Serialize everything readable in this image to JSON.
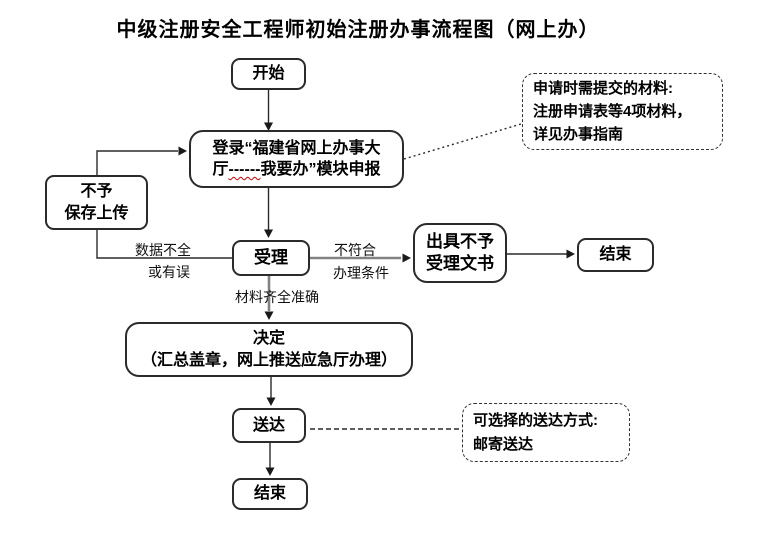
{
  "title": "中级注册安全工程师初始注册办事流程图（网上办）",
  "nodes": {
    "start": {
      "label": "开始"
    },
    "login": {
      "line1": "登录“福建省网上办事大",
      "line2_start": "厅",
      "line2_dashes": "------",
      "line2_end": "我要办”模块申报"
    },
    "not_save": {
      "line1": "不予",
      "line2": "保存上传"
    },
    "accept": {
      "label": "受理"
    },
    "issue": {
      "line1": "出具不予",
      "line2": "受理文书"
    },
    "end_top": {
      "label": "结束"
    },
    "decide": {
      "line1": "决定",
      "line2": "（汇总盖章，网上推送应急厅办理）"
    },
    "deliver": {
      "label": "送达"
    },
    "end_bottom": {
      "label": "结束"
    }
  },
  "notes": {
    "materials": {
      "line1": "申请时需提交的材料:",
      "line2": "注册申请表等4项材料，",
      "line3": "详见办事指南"
    },
    "delivery": {
      "line1": "可选择的送达方式:",
      "line2": "邮寄送达"
    }
  },
  "edge_labels": {
    "incomplete_top": "数据不全",
    "incomplete_bottom": "或有误",
    "mismatch_top": "不符合",
    "mismatch_bottom": "办理条件",
    "complete": "材料齐全准确"
  },
  "colors": {
    "background": "#ffffff",
    "text": "#000000",
    "line": "#2b2b2b",
    "gray_line": "#828282",
    "arrowhead": "#1a1a1a",
    "spellcheck_underline": "#cc0000"
  }
}
